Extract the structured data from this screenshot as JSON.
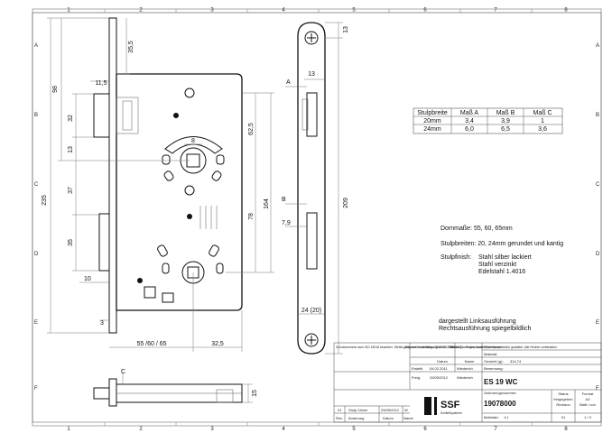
{
  "frame": {
    "col_labels": [
      "1",
      "2",
      "3",
      "4",
      "5",
      "6",
      "7",
      "8"
    ],
    "row_labels": [
      "A",
      "B",
      "C",
      "D",
      "E",
      "F"
    ]
  },
  "dimensions": {
    "d98": "98",
    "d35_5": "35,5",
    "d11_5": "11,5",
    "d32": "32",
    "d13_left": "13",
    "d37": "37",
    "d235": "235",
    "d35": "35",
    "d10": "10",
    "d3": "3",
    "d55": "55 /60 / 65",
    "d32_5": "32,5",
    "d8": "8",
    "d62_5": "62,5",
    "d78": "78",
    "d164": "164",
    "d13_top": "13",
    "d13_face": "13",
    "d209": "209",
    "d7_9": "7,9",
    "d24": "24 (20)",
    "d15": "15",
    "label_a": "A",
    "label_b": "B",
    "label_c": "C"
  },
  "spec_table": {
    "headers": [
      "Stulpbreite",
      "Maß A",
      "Maß B",
      "Maß C"
    ],
    "rows": [
      [
        "20mm",
        "3,4",
        "3,9",
        "1"
      ],
      [
        "24mm",
        "6,0",
        "6,5",
        "3,6"
      ]
    ]
  },
  "specs": {
    "dorn_label": "Dornmaße: 55, 60, 65mm",
    "stulpbreiten_label": "Stulpbreiten: 20, 24mm gerundet und kantig",
    "finish_label": "Stulpfinish:",
    "finish_values": [
      "Stahl silber lackiert",
      "Stahl verzinkt",
      "Edelstahl 1.4016"
    ],
    "note_line1": "dargestellt Linksausführung",
    "note_line2": "Rechtsausführung spiegelbildlich"
  },
  "title_block": {
    "copyright": "Schutzvermerk nach ISO 16016 beachten. Weitergabe und Vervielfältigung dieser Zeichnung verboten, soweit nicht ausdrücklich gestattet. Alle Rechte vorbehalten.",
    "tolerance": "Allgemein-toleranzen DIN ISO 2768-mH",
    "surface": "DIN 6 . T1 - Projmethode 1",
    "col_datum": "Datum",
    "col_name": "Name",
    "erstellt_label": "Erstellt",
    "erstellt_date": "04.02.2011",
    "erstellt_name": "Wiederich",
    "freig_label": "Freig.",
    "freig_date": "29/05/2012",
    "freig_name": "Wiederich",
    "oberflaeche_label": "Oberfläche:",
    "material_label": "Material:",
    "gewicht_label": "Gewicht (g):",
    "gewicht_value": "314,74",
    "benennung_label": "Benennung:",
    "benennung_value": "ES 19 WC",
    "zeichnungsnummer_label": "Zeichnungsnummer:",
    "zeichnungsnummer_value": "19078000",
    "status_label": "Status",
    "status_value": "freigegeben",
    "revision_label": "Revision",
    "revision_value": "01",
    "format_label": "Format",
    "format_value": "A3",
    "blatt_label": "Blatt / von",
    "blatt_value": "1 / 3",
    "massstab_label": "Maßstab:",
    "massstab_value": "1:1",
    "change_rev": "01",
    "change_text": "Stulp 24mm",
    "change_date": "29/05/2012",
    "change_name": "W",
    "change_hdr_rev": "Rev.",
    "change_hdr_text": "Änderung",
    "change_hdr_date": "Datum",
    "change_hdr_name": "Name",
    "logo_text": "SSF",
    "logo_sub": "Schließsysteme"
  }
}
